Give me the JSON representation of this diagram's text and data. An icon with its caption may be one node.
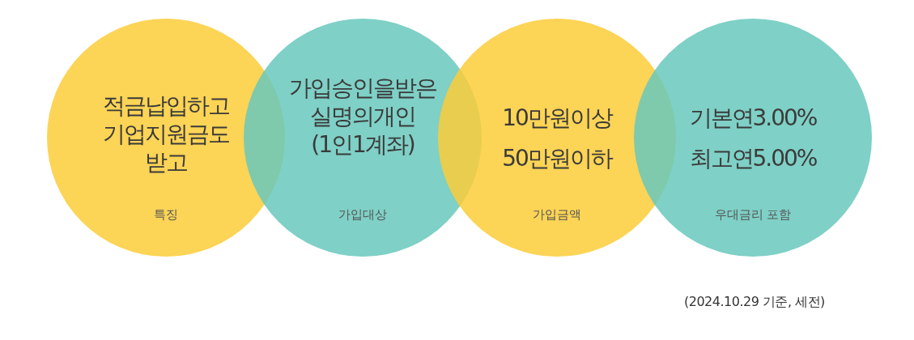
{
  "diagram": {
    "nodes": [
      {
        "text": [
          "적금납입하고 기업지원금도 받고",
          "특징"
        ]
      },
      {
        "text": [
          "가입승인을받은 실명의개인 (1인1계좌)",
          "가입대상"
        ]
      },
      {
        "text": [
          "10만원이상",
          "50만원이하",
          "가입금액"
        ]
      },
      {
        "text": [
          "기본연3.00%",
          "최고연5.00%",
          "우대금리 포함"
        ]
      }
    ],
    "labels": [
      "(2024.10.29 기준, 세전)"
    ]
  }
}
